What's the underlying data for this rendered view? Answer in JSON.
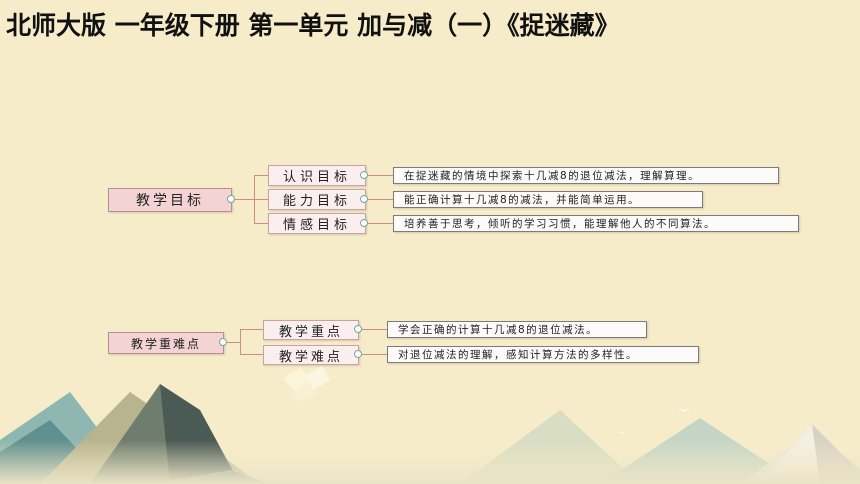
{
  "page_title": "北师大版 一年级下册 第一单元 加与减（一）《捉迷藏》",
  "mindmap_goals": {
    "root": "教学目标",
    "items": [
      {
        "label": "认识目标",
        "detail": "在捉迷藏的情境中探索十几减8的退位减法，理解算理。"
      },
      {
        "label": "能力目标",
        "detail": "能正确计算十几减8的减法，并能简单运用。"
      },
      {
        "label": "情感目标",
        "detail": "培养善于思考，倾听的学习习惯，能理解他人的不同算法。"
      }
    ]
  },
  "mindmap_focus": {
    "root": "教学重难点",
    "items": [
      {
        "label": "教学重点",
        "detail": "学会正确的计算十几减8的退位减法。"
      },
      {
        "label": "教学难点",
        "detail": "对退位减法的理解，感知计算方法的多样性。"
      }
    ]
  },
  "colors": {
    "background": "#f6ecc9",
    "node_fill": "#fbeeee",
    "connector": "#c98f86"
  },
  "icons": [
    "mountain-landscape-illustration",
    "bird-icon"
  ]
}
